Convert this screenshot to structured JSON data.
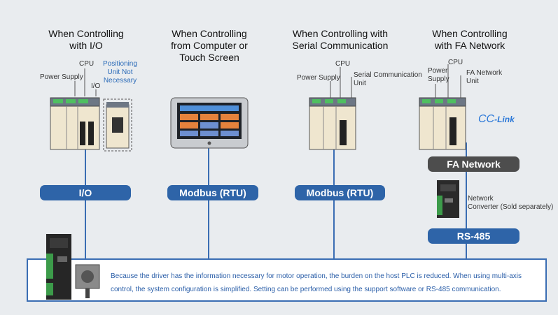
{
  "columns": [
    {
      "title": "When Controlling\nwith I/O",
      "bus_label": "I/O"
    },
    {
      "title": "When Controlling\nfrom Computer or\nTouch Screen",
      "bus_label": "Modbus (RTU)"
    },
    {
      "title": "When Controlling with\nSerial Communication",
      "bus_label": "Modbus (RTU)"
    },
    {
      "title": "When Controlling\nwith FA Network",
      "bus_label": "RS-485"
    }
  ],
  "labels": {
    "io_cpu": "CPU",
    "io_power": "Power Supply",
    "io_io": "I/O",
    "io_positioning": "Positioning\nUnit Not\nNecessary",
    "serial_cpu": "CPU",
    "serial_power": "Power Supply",
    "serial_comm": "Serial Communication\nUnit",
    "fa_power": "Power\nSupply",
    "fa_cpu": "CPU",
    "fa_unit": "FA Network\nUnit",
    "fa_network": "FA Network",
    "converter": "Network\nConverter (Sold separately)",
    "cc_main": "CC",
    "cc_sub": "-Link"
  },
  "info": {
    "text": "Because the driver has the information necessary for motor operation, the burden on the host PLC is reduced. When using multi-axis control, the system configuration is simplified. Setting can be performed using the support software or RS-485 communication."
  },
  "colors": {
    "bus_blue": "#2e64a8",
    "network_gray": "#4d4d4d",
    "line_blue": "#3a6db3",
    "background": "#e9ecef"
  }
}
